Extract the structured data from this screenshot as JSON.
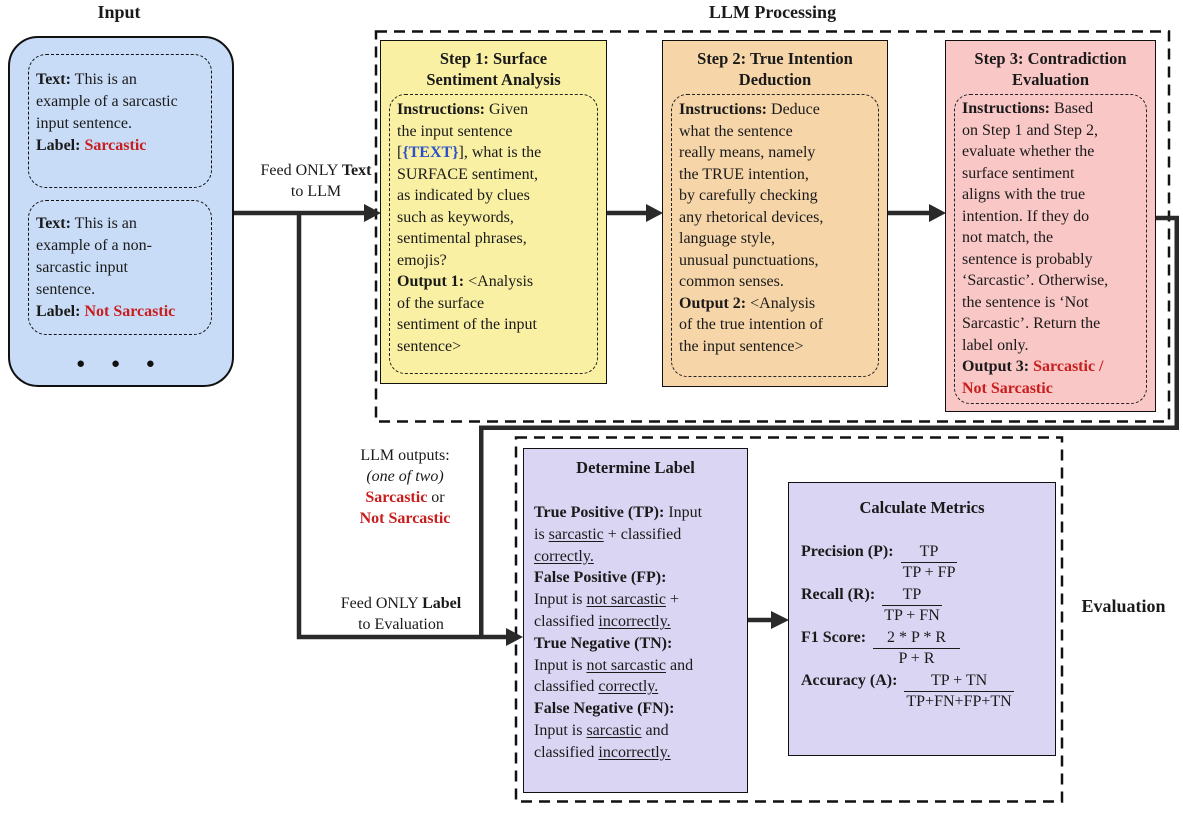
{
  "colors": {
    "input_fill": "#c8dcf7",
    "step1_fill": "#f9f0a4",
    "step2_fill": "#f6d5a9",
    "step3_fill": "#f9c7c6",
    "purple_fill": "#d9d5f3",
    "red": "#c81d1d",
    "blue": "#2b52c9"
  },
  "sections": {
    "input": {
      "title": "Input"
    },
    "llm": {
      "title": "LLM Processing"
    },
    "evaluation": {
      "title": "Evaluation"
    }
  },
  "input": {
    "dots": "● ● ●",
    "card1": [
      {
        "t": "Text:",
        "s": "b"
      },
      {
        "t": " This is an\nexample of a sarcastic\ninput sentence.\n",
        "s": ""
      },
      {
        "t": "Label:",
        "s": "b"
      },
      {
        "t": " ",
        "s": ""
      },
      {
        "t": "Sarcastic",
        "s": "red"
      }
    ],
    "card2": [
      {
        "t": "Text:",
        "s": "b"
      },
      {
        "t": " This is an\nexample of a non-\nsarcastic input\nsentence.\n",
        "s": ""
      },
      {
        "t": "Label:",
        "s": "b"
      },
      {
        "t": " ",
        "s": ""
      },
      {
        "t": "Not Sarcastic",
        "s": "red"
      }
    ]
  },
  "steps": {
    "step1": {
      "title": "Step 1: Surface\nSentiment Analysis",
      "body": [
        {
          "t": "Instructions:",
          "s": "b"
        },
        {
          "t": " Given\nthe input sentence\n[",
          "s": ""
        },
        {
          "t": "{TEXT}",
          "s": "blue"
        },
        {
          "t": "], what is the\nSURFACE sentiment,\nas indicated by clues\nsuch as keywords,\nsentimental phrases,\nemojis?\n",
          "s": ""
        },
        {
          "t": "Output 1:",
          "s": "b"
        },
        {
          "t": " <Analysis\nof the surface\nsentiment of the input\nsentence>",
          "s": ""
        }
      ]
    },
    "step2": {
      "title": "Step 2: True Intention\nDeduction",
      "body": [
        {
          "t": "Instructions:",
          "s": "b"
        },
        {
          "t": " Deduce\nwhat the sentence\nreally means, namely\nthe TRUE intention,\nby carefully checking\nany rhetorical devices,\nlanguage style,\nunusual punctuations,\ncommon senses.\n",
          "s": ""
        },
        {
          "t": "Output 2:",
          "s": "b"
        },
        {
          "t": " <Analysis\nof the true intention of\nthe input sentence>",
          "s": ""
        }
      ]
    },
    "step3": {
      "title": "Step 3: Contradiction\nEvaluation",
      "body": [
        {
          "t": "Instructions:",
          "s": "b"
        },
        {
          "t": " Based\non Step 1 and Step 2,\nevaluate whether the\nsurface sentiment\naligns with the true\nintention. If they do\nnot match, the\nsentence is probably\n‘Sarcastic’. Otherwise,\nthe sentence is ‘Not\nSarcastic’. Return the\nlabel only.\n",
          "s": ""
        },
        {
          "t": "Output 3:",
          "s": "b"
        },
        {
          "t": " ",
          "s": ""
        },
        {
          "t": "Sarcastic /\nNot Sarcastic",
          "s": "red"
        }
      ]
    }
  },
  "edges": {
    "feed_text": [
      {
        "t": "Feed ONLY ",
        "s": ""
      },
      {
        "t": "Text",
        "s": "b"
      },
      {
        "t": "\nto LLM",
        "s": ""
      }
    ],
    "llm_outputs": [
      {
        "t": "LLM outputs:\n",
        "s": ""
      },
      {
        "t": "(one of two)",
        "s": "i"
      },
      {
        "t": "\n",
        "s": ""
      },
      {
        "t": "Sarcastic",
        "s": "red"
      },
      {
        "t": " or\n",
        "s": ""
      },
      {
        "t": "Not Sarcastic",
        "s": "red"
      }
    ],
    "feed_label": [
      {
        "t": "Feed ONLY ",
        "s": ""
      },
      {
        "t": "Label",
        "s": "b"
      },
      {
        "t": "\nto Evaluation",
        "s": ""
      }
    ]
  },
  "determine": {
    "title": "Determine Label",
    "body": [
      {
        "t": "True Positive (TP):",
        "s": "b"
      },
      {
        "t": " Input\nis ",
        "s": ""
      },
      {
        "t": "sarcastic",
        "s": "u"
      },
      {
        "t": " + classified\n",
        "s": ""
      },
      {
        "t": "correctly.",
        "s": "u"
      },
      {
        "t": "\n",
        "s": ""
      },
      {
        "t": "False Positive (FP):",
        "s": "b"
      },
      {
        "t": "\nInput is ",
        "s": ""
      },
      {
        "t": "not sarcastic",
        "s": "u"
      },
      {
        "t": " +\nclassified ",
        "s": ""
      },
      {
        "t": "incorrectly.",
        "s": "u"
      },
      {
        "t": "\n",
        "s": ""
      },
      {
        "t": "True Negative (TN):",
        "s": "b"
      },
      {
        "t": "\nInput is ",
        "s": ""
      },
      {
        "t": "not sarcastic",
        "s": "u"
      },
      {
        "t": " and\nclassified ",
        "s": ""
      },
      {
        "t": "correctly.",
        "s": "u"
      },
      {
        "t": "\n",
        "s": ""
      },
      {
        "t": "False Negative (FN):",
        "s": "b"
      },
      {
        "t": "\nInput is ",
        "s": ""
      },
      {
        "t": "sarcastic",
        "s": "u"
      },
      {
        "t": " and\nclassified ",
        "s": ""
      },
      {
        "t": "incorrectly.",
        "s": "u"
      }
    ]
  },
  "metrics": {
    "title": "Calculate Metrics",
    "rows": [
      {
        "label": "Precision (P):",
        "num": "TP",
        "den": "TP + FP"
      },
      {
        "label": "Recall (R):",
        "num": "TP",
        "den": "TP + FN"
      },
      {
        "label": "F1 Score:",
        "num": "2 * P * R",
        "den": "P + R"
      },
      {
        "label": "Accuracy (A):",
        "num": "TP + TN",
        "den": "TP+FN+FP+TN"
      }
    ]
  }
}
